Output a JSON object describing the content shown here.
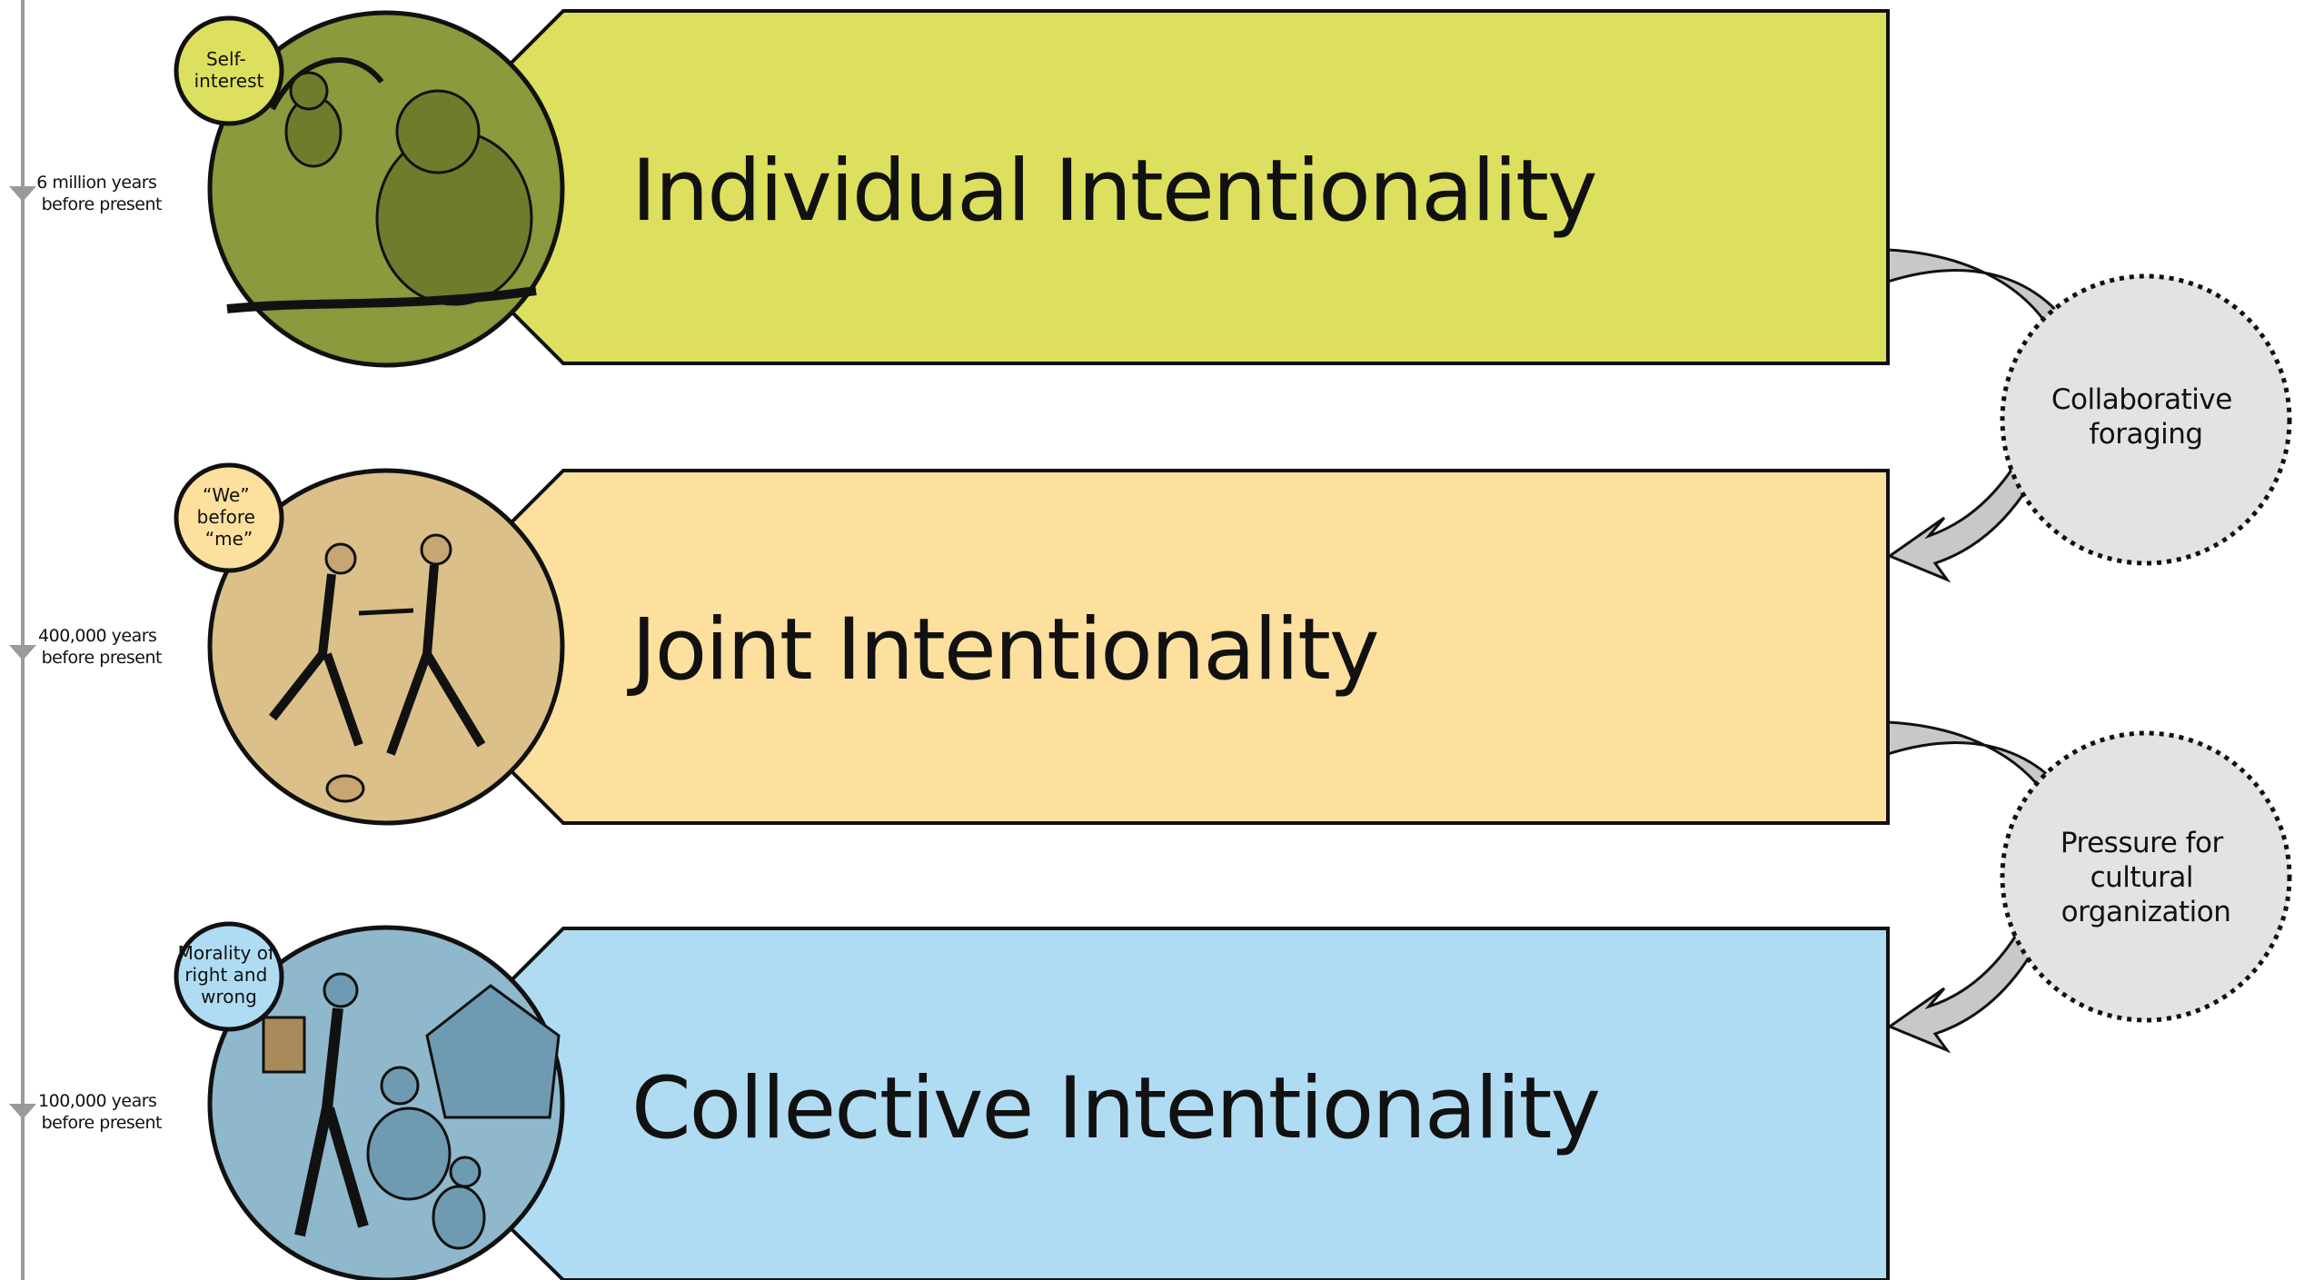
{
  "stages": [
    {
      "title": "Individual Intentionality",
      "badge": [
        "Self-",
        "interest"
      ],
      "time": [
        "6 million years",
        "before present"
      ],
      "color": "#dce05e",
      "badge_color": "#dce05e",
      "illustration_color": "#8a9a3c",
      "illustration": "chimpanzees in tree"
    },
    {
      "title": "Joint Intentionality",
      "badge": [
        "“We”",
        "before",
        "“me”"
      ],
      "time": [
        "400,000 years",
        "before present"
      ],
      "color": "#fde09e",
      "badge_color": "#fde09e",
      "illustration_color": "#dcc08a",
      "illustration": "two early humans hunting together"
    },
    {
      "title": "Collective Intentionality",
      "badge": [
        "Morality of",
        "right and",
        "wrong"
      ],
      "time": [
        "100,000 years",
        "before present"
      ],
      "color": "#b0dcf3",
      "badge_color": "#b0dcf3",
      "illustration_color": "#8fb8cc",
      "illustration": "family group at a village hut"
    }
  ],
  "drivers": [
    {
      "label": [
        "Collaborative",
        "foraging"
      ]
    },
    {
      "label": [
        "Pressure for",
        "cultural",
        "organization"
      ]
    }
  ],
  "colors": {
    "outline": "#111111",
    "driver_fill": "#e2e3e5",
    "arrow_fill": "#c8c8c8",
    "timeline": "#9a9a9a"
  }
}
